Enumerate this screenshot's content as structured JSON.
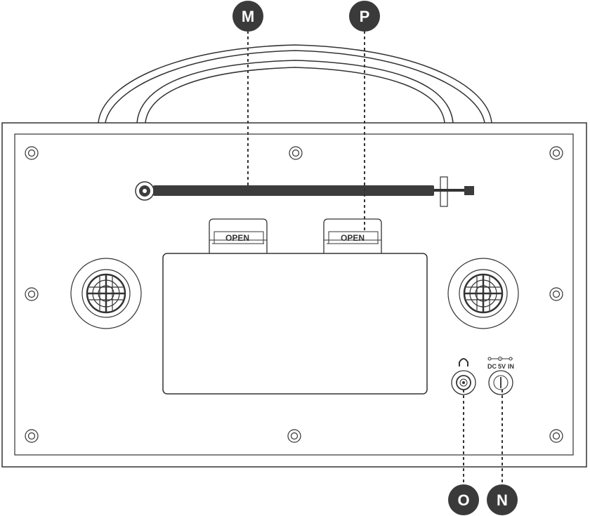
{
  "callouts": {
    "m": "M",
    "p": "P",
    "o": "O",
    "n": "N"
  },
  "battery_latches": {
    "left_label": "OPEN",
    "right_label": "OPEN"
  },
  "jacks": {
    "headphone_symbol": "headphone-icon",
    "dc_label_dc": "DC",
    "dc_label_5v": "5V",
    "dc_label_in": "IN"
  },
  "colors": {
    "line": "#333333",
    "callout_fill": "#3a3a3a",
    "antenna_fill": "#3c3c3c",
    "background": "#ffffff"
  }
}
